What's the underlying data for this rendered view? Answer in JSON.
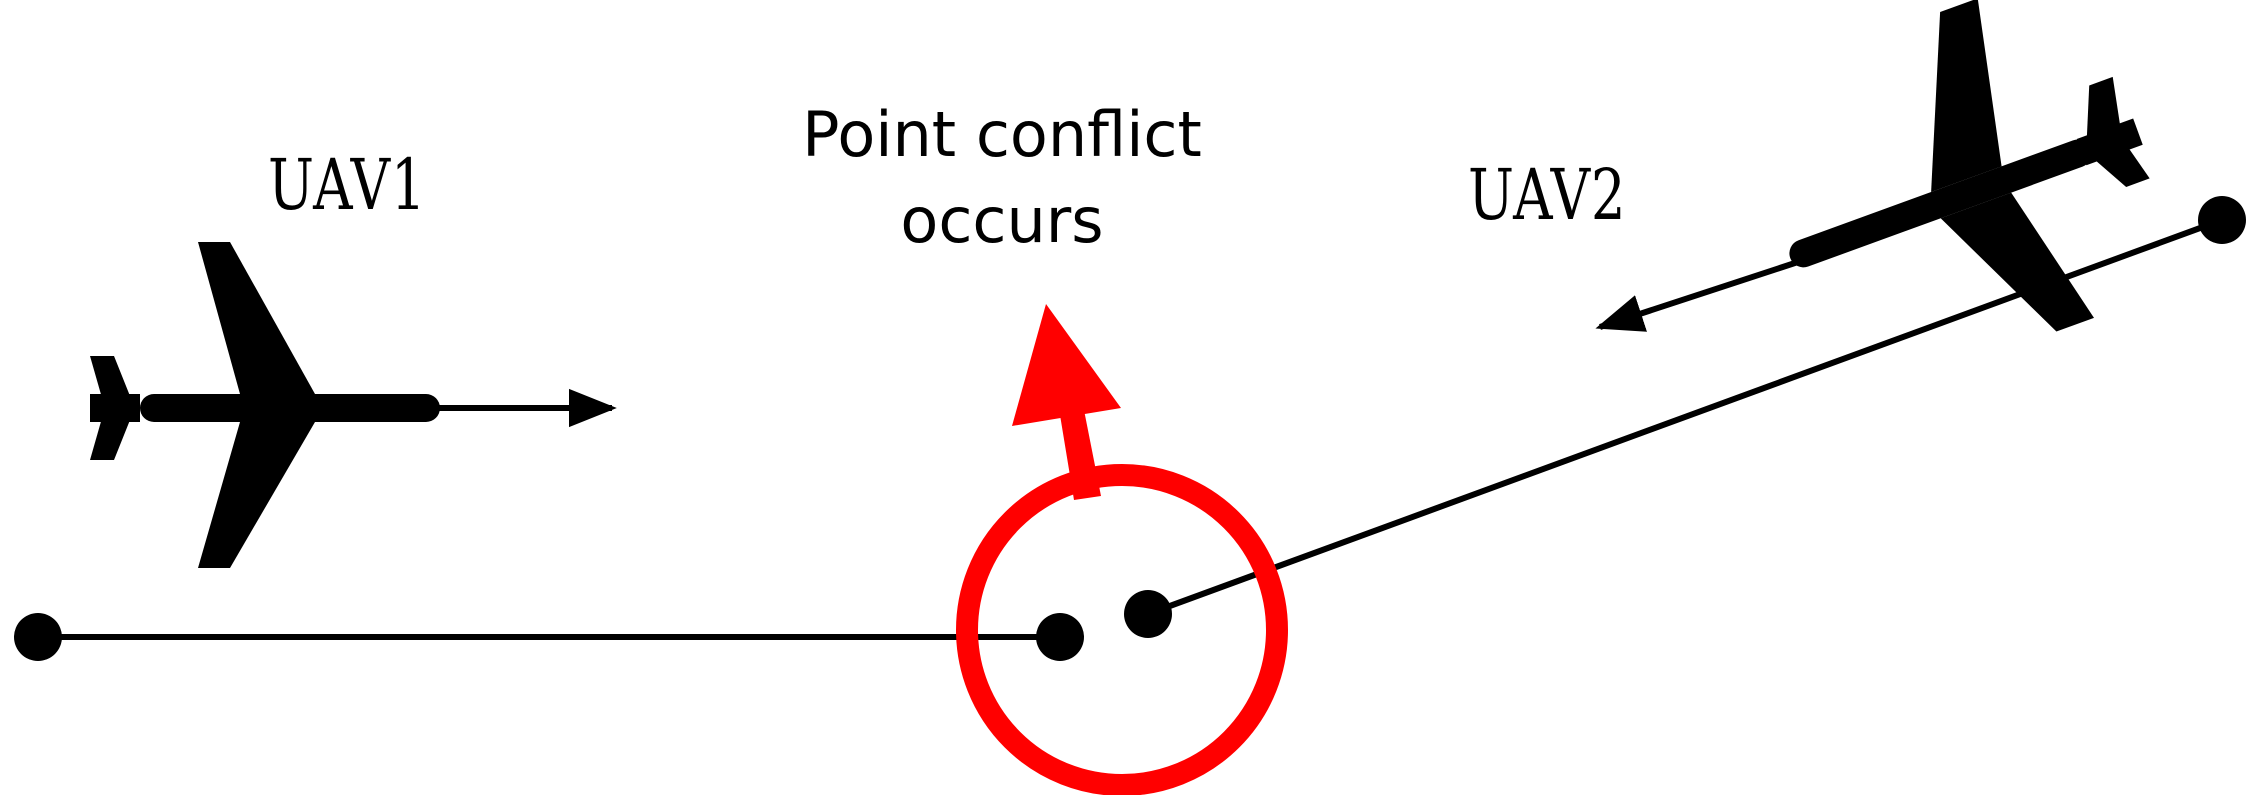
{
  "labels": {
    "uav1": "UAV1",
    "uav2": "UAV2",
    "conflict_line1": "Point conflict",
    "conflict_line2": "occurs"
  },
  "colors": {
    "path": "#000000",
    "aircraft": "#000000",
    "conflict": "#ff0000"
  },
  "icons": {
    "uav1": "airplane-icon",
    "uav2": "airplane-icon",
    "conflict_marker": "circle-highlight",
    "conflict_pointer": "arrow-up-icon"
  }
}
